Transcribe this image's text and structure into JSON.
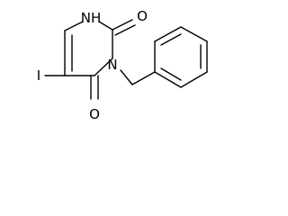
{
  "molecule": {
    "atoms": {
      "nh": "NH",
      "n3": "N",
      "o_top": "O",
      "o_bottom": "O",
      "iodine": "I"
    },
    "line_color": "#000000",
    "background": "#ffffff"
  }
}
